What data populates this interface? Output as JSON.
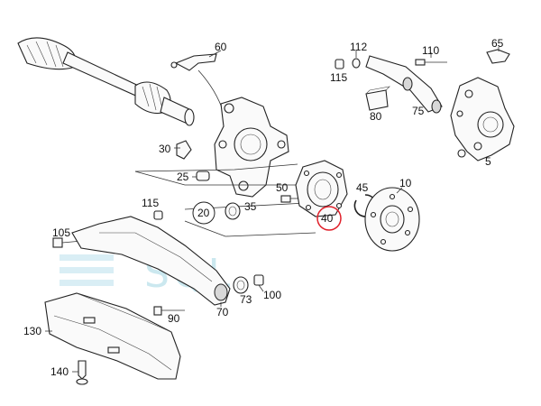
{
  "title": "Rear axle exploded diagram",
  "watermark": "SQL",
  "highlight_color": "#e0202a",
  "watermark_color": "#bfe3ec",
  "highlighted_part": "40",
  "parts": [
    {
      "id": "60",
      "label": "60"
    },
    {
      "id": "112",
      "label": "112"
    },
    {
      "id": "110",
      "label": "110"
    },
    {
      "id": "65",
      "label": "65"
    },
    {
      "id": "115a",
      "label": "115"
    },
    {
      "id": "80",
      "label": "80"
    },
    {
      "id": "75",
      "label": "75"
    },
    {
      "id": "5",
      "label": "5"
    },
    {
      "id": "30",
      "label": "30"
    },
    {
      "id": "25",
      "label": "25"
    },
    {
      "id": "20",
      "label": "20"
    },
    {
      "id": "35",
      "label": "35"
    },
    {
      "id": "50",
      "label": "50"
    },
    {
      "id": "40",
      "label": "40"
    },
    {
      "id": "45",
      "label": "45"
    },
    {
      "id": "10",
      "label": "10"
    },
    {
      "id": "115b",
      "label": "115"
    },
    {
      "id": "105",
      "label": "105"
    },
    {
      "id": "73",
      "label": "73"
    },
    {
      "id": "100",
      "label": "100"
    },
    {
      "id": "90",
      "label": "90"
    },
    {
      "id": "70",
      "label": "70"
    },
    {
      "id": "130",
      "label": "130"
    },
    {
      "id": "140",
      "label": "140"
    }
  ]
}
